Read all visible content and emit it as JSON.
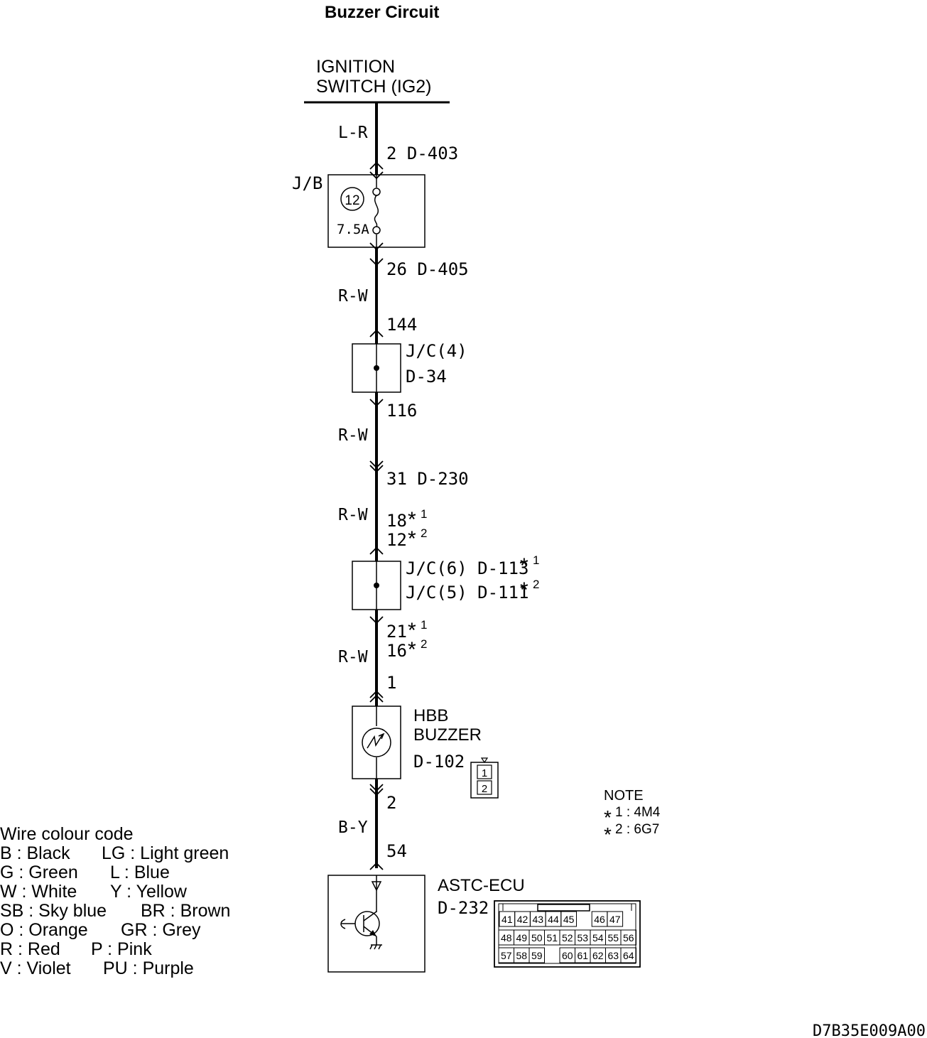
{
  "title": "Buzzer Circuit",
  "ignition": {
    "line1": "IGNITION",
    "line2": "SWITCH (IG2)"
  },
  "wires": {
    "w1": "L-R",
    "w2": "R-W",
    "w3": "R-W",
    "w4": "R-W",
    "w5": "R-W",
    "w6": "B-Y"
  },
  "pins": {
    "p_2_d403": "2 D-403",
    "p_26_d405": "26 D-405",
    "p_144": "144",
    "p_116": "116",
    "p_31_d230": "31 D-230",
    "p_18_a": "18",
    "p_12_b": "12",
    "p_21_a": "21",
    "p_16_b": "16",
    "p_1": "1",
    "p_2": "2",
    "p_54": "54"
  },
  "junction_block": {
    "label": "J/B",
    "fuse_number": "12",
    "fuse_rating": "7.5A"
  },
  "jc4": {
    "line1": "J/C(4)",
    "line2": "D-34"
  },
  "jc6_5": {
    "line1": "J/C(6) D-113",
    "line2": "J/C(5) D-111"
  },
  "markers": {
    "m1": "1",
    "m2": "2"
  },
  "buzzer": {
    "line1": "HBB",
    "line2": "BUZZER",
    "connector": "D-102",
    "pin1": "1",
    "pin2": "2"
  },
  "ecu": {
    "name": "ASTC-ECU",
    "connector": "D-232"
  },
  "ecu_pins": {
    "row1": [
      "41",
      "42",
      "43",
      "44",
      "45",
      "",
      "46",
      "47"
    ],
    "row2": [
      "48",
      "49",
      "50",
      "51",
      "52",
      "53",
      "54",
      "55",
      "56"
    ],
    "row3": [
      "57",
      "58",
      "59",
      "",
      "60",
      "61",
      "62",
      "63",
      "64"
    ]
  },
  "note": {
    "heading": "NOTE",
    "n1": "1 : 4M4",
    "n2": "2 : 6G7"
  },
  "legend": {
    "heading": "Wire colour code",
    "rows": [
      [
        "B : Black",
        "LG : Light green"
      ],
      [
        "G : Green",
        "L : Blue"
      ],
      [
        "W : White",
        "Y : Yellow"
      ],
      [
        "SB : Sky blue",
        "BR : Brown"
      ],
      [
        "O : Orange",
        "GR : Grey"
      ],
      [
        "R : Red",
        "P : Pink"
      ],
      [
        "V : Violet",
        "PU : Purple"
      ]
    ]
  },
  "figure_code": "D7B35E009A00"
}
